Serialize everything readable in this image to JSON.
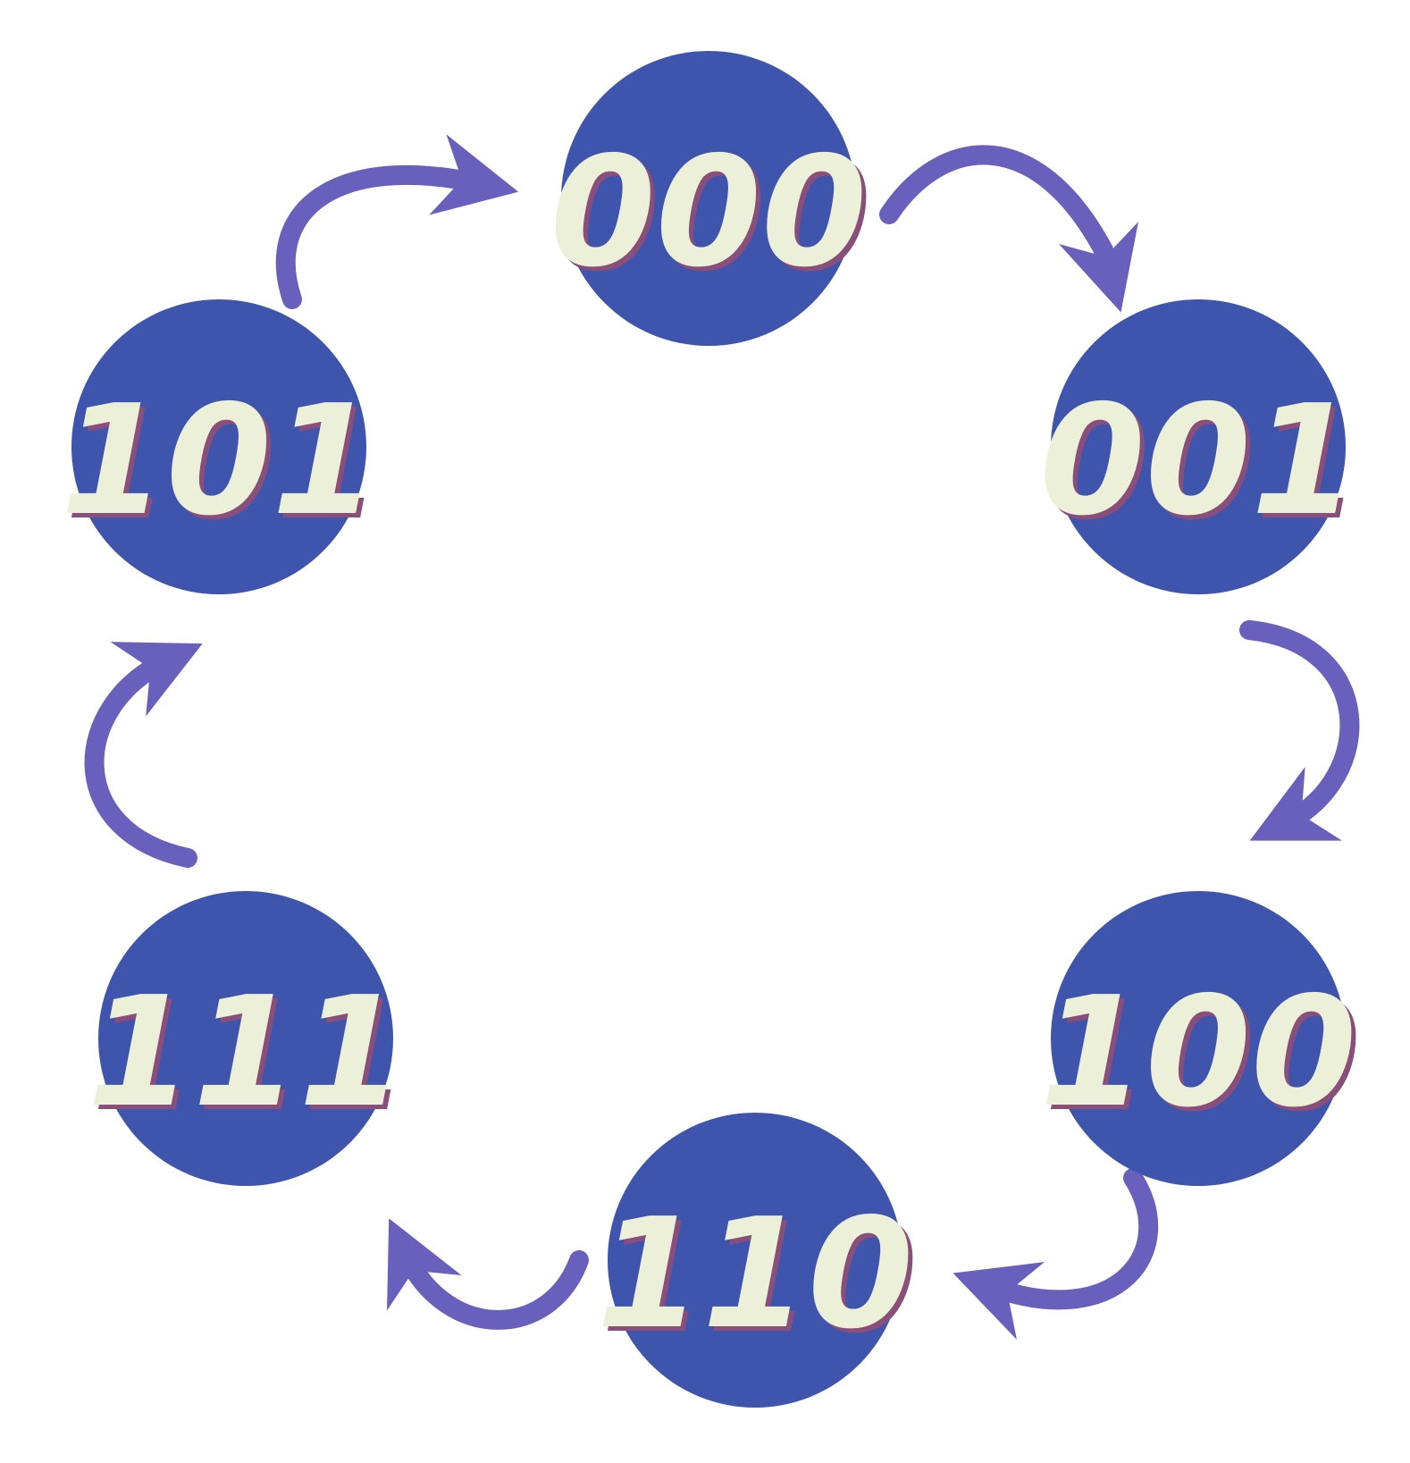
{
  "diagram": {
    "colors": {
      "background": "#ffffff",
      "node_fill": "#3f55ad",
      "label_fill": "#edf0d9",
      "label_shadow": "#8a4e7a",
      "arrow": "#6960bd"
    },
    "nodes": [
      {
        "id": "n000",
        "label": "000"
      },
      {
        "id": "n001",
        "label": "001"
      },
      {
        "id": "n100",
        "label": "100"
      },
      {
        "id": "n110",
        "label": "110"
      },
      {
        "id": "n111",
        "label": "111"
      },
      {
        "id": "n101",
        "label": "101"
      }
    ],
    "edges": [
      {
        "from": "000",
        "to": "001"
      },
      {
        "from": "001",
        "to": "100"
      },
      {
        "from": "100",
        "to": "110"
      },
      {
        "from": "110",
        "to": "111"
      },
      {
        "from": "111",
        "to": "101"
      },
      {
        "from": "101",
        "to": "000"
      }
    ]
  }
}
